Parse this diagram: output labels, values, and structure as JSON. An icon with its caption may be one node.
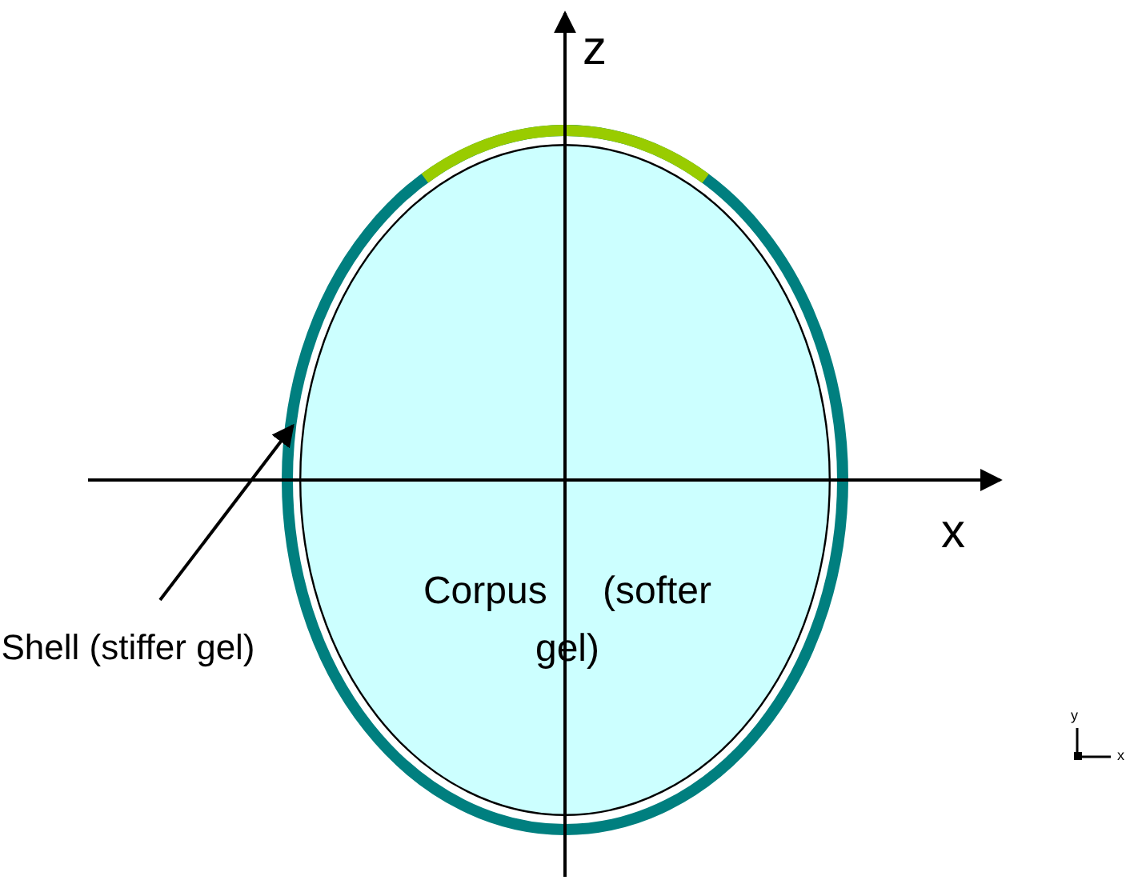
{
  "diagram": {
    "nodes": [
      {
        "text": [],
        "shape": "ellipse"
      },
      {
        "text": [
          "Corpus (softer gel)"
        ],
        "in": 0
      },
      {
        "text": [
          "Shell (stiffer gel)"
        ]
      }
    ],
    "edges": [
      {
        "from": 2,
        "to": 0,
        "arrow": "to"
      }
    ],
    "labels": [
      "z",
      "x",
      "y",
      "x"
    ]
  }
}
